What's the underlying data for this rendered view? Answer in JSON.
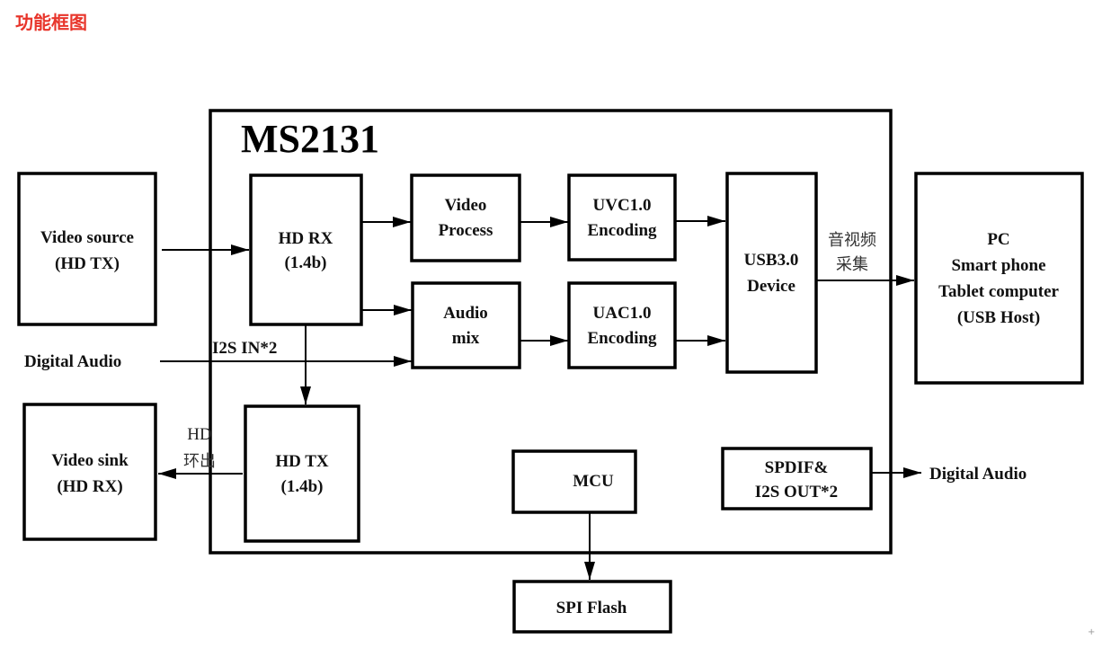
{
  "page_title": "功能框图",
  "chip_name": "MS2131",
  "blocks": {
    "video_source": [
      "Video source",
      "(HD TX)"
    ],
    "hd_rx": [
      "HD RX",
      "(1.4b)"
    ],
    "video_process": [
      "Video",
      "Process"
    ],
    "uvc": [
      "UVC1.0",
      "Encoding"
    ],
    "audio_mix": [
      "Audio",
      "mix"
    ],
    "uac": [
      "UAC1.0",
      "Encoding"
    ],
    "usb": [
      "USB3.0",
      "Device"
    ],
    "host": [
      "PC",
      "Smart phone",
      "Tablet computer",
      "(USB Host)"
    ],
    "video_sink": [
      "Video sink",
      "(HD RX)"
    ],
    "hd_tx": [
      "HD TX",
      "(1.4b)"
    ],
    "mcu": [
      "MCU"
    ],
    "spdif": [
      "SPDIF&",
      "I2S OUT*2"
    ],
    "spi_flash": [
      "SPI Flash"
    ]
  },
  "labels": {
    "digital_audio_in": "Digital Audio",
    "i2s_in": "I2S IN*2",
    "av_capture_1": "音视频",
    "av_capture_2": "采集",
    "hd_loop_1": "HD",
    "hd_loop_2": "环出",
    "digital_audio_out": "Digital Audio"
  }
}
